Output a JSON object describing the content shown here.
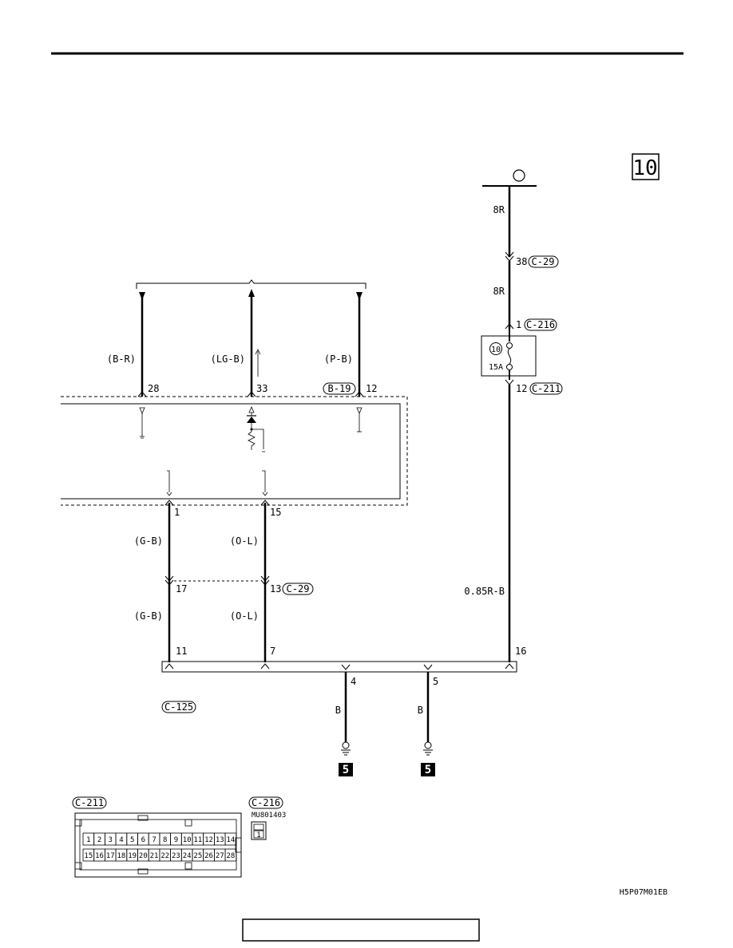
{
  "page": {
    "page_number": "10",
    "figure_code": "H5P07M01EB"
  },
  "footer": {
    "box_text": ""
  },
  "wires": {
    "top_8r_a": "8R",
    "top_8r_b": "8R",
    "b_r": "(B-R)",
    "lg_b": "(LG-B)",
    "p_b": "(P-B)",
    "g_b_a": "(G-B)",
    "g_b_b": "(G-B)",
    "o_l_a": "(O-L)",
    "o_l_b": "(O-L)",
    "r_b": "0.85R-B",
    "b_a": "B",
    "b_b": "B"
  },
  "pins": {
    "p38": "38",
    "p1_top": "1",
    "p12_right": "12",
    "p28": "28",
    "p33": "33",
    "p12_b19": "12",
    "p1_bottom": "1",
    "p15": "15",
    "p17": "17",
    "p13": "13",
    "p11": "11",
    "p7": "7",
    "p16": "16",
    "p4": "4",
    "p5": "5"
  },
  "connectors": {
    "c29_a": "C-29",
    "c216_a": "C-216",
    "c211_a": "C-211",
    "b19": "B-19",
    "c29_b": "C-29",
    "c125": "C-125",
    "c211_b": "C-211",
    "c216_b": "C-216"
  },
  "fuse": {
    "number": "10",
    "rating": "15A"
  },
  "ground": {
    "label_a": "5",
    "label_b": "5"
  },
  "connector_views": {
    "c216_part": "MU801403",
    "c216_pin": "1",
    "c211_row1": [
      "1",
      "2",
      "3",
      "4",
      "5",
      "6",
      "7",
      "8",
      "9",
      "10",
      "11",
      "12",
      "13",
      "14"
    ],
    "c211_row2": [
      "15",
      "16",
      "17",
      "18",
      "19",
      "20",
      "21",
      "22",
      "23",
      "24",
      "25",
      "26",
      "27",
      "28"
    ]
  }
}
